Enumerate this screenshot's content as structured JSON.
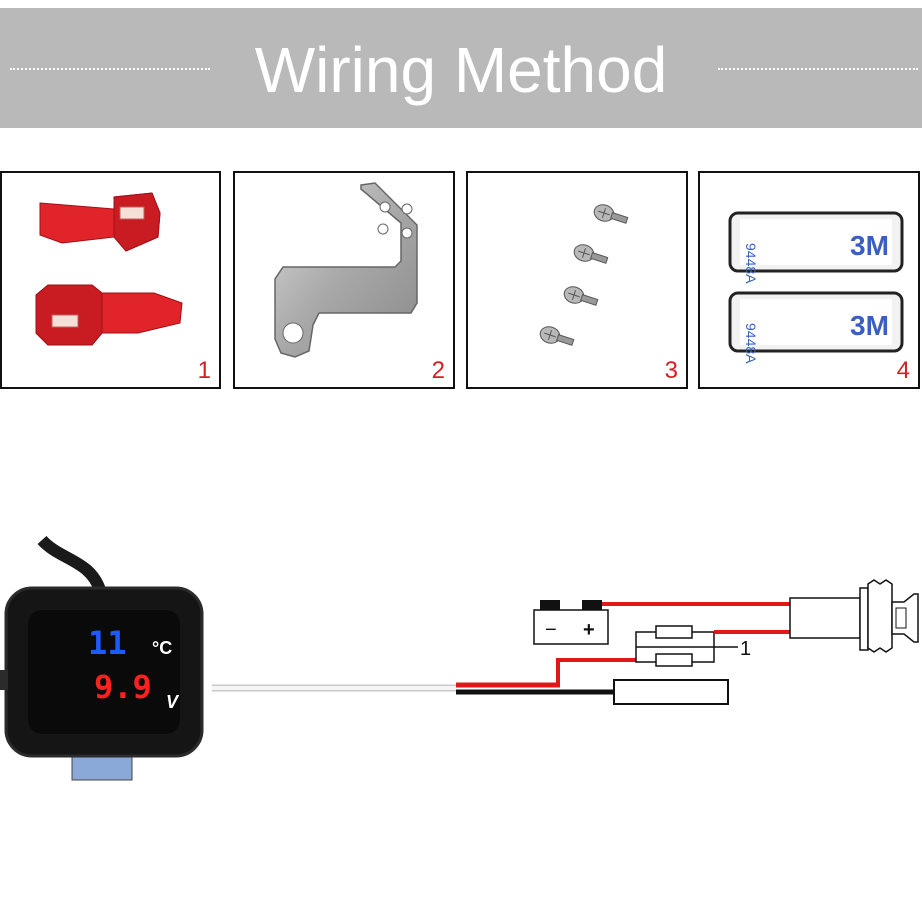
{
  "header": {
    "title": "Wiring Method"
  },
  "parts": [
    {
      "number": "1",
      "icon": "wire-connector-icon"
    },
    {
      "number": "2",
      "icon": "metal-bracket-icon"
    },
    {
      "number": "3",
      "icon": "screws-icon"
    },
    {
      "number": "4",
      "icon": "adhesive-tape-icon"
    }
  ],
  "tape": {
    "text_a": "9448A",
    "text_b": "3M"
  },
  "meter": {
    "temperature": "11",
    "temperature_unit": "°C",
    "voltage": "9.9",
    "voltage_unit": "V"
  },
  "battery": {
    "minus": "−",
    "plus": "+"
  },
  "fuse_label": "1",
  "colors": {
    "banner": "#b9b9b9",
    "accent_red": "#d42020",
    "wire_red": "#e01818",
    "lcd_blue": "#1e5bff",
    "lcd_red": "#ff2020"
  }
}
